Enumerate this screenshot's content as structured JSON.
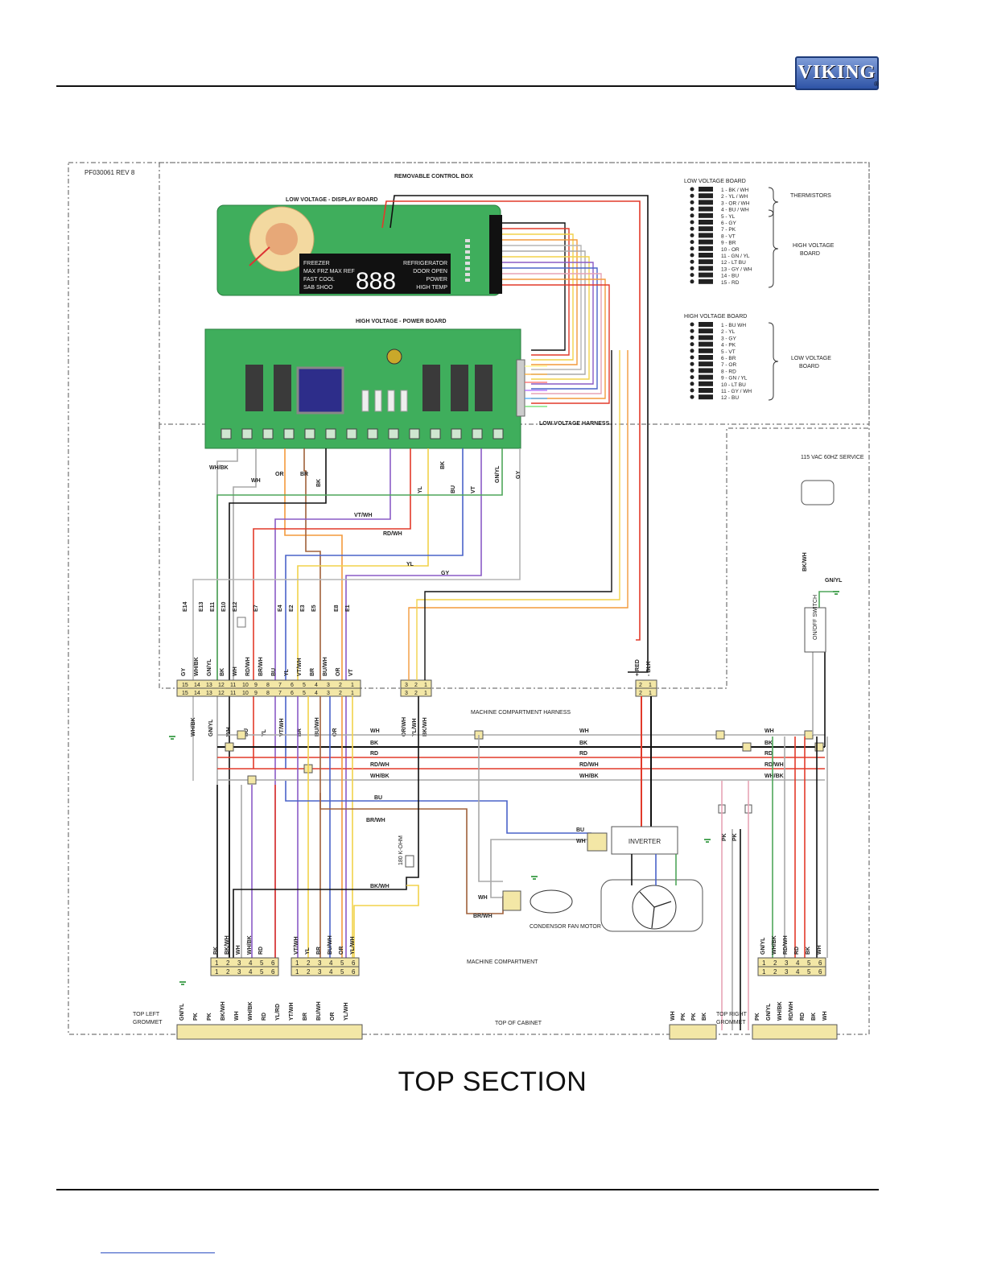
{
  "header": {
    "logo_text": "VIKING",
    "logo_mark": "®"
  },
  "doc_code": "PF030061   REV 8",
  "section_title": "TOP SECTION",
  "boxes": {
    "control_box": "REMOVABLE CONTROL BOX",
    "display_board": "LOW VOLTAGE - DISPLAY BOARD",
    "power_board": "HIGH VOLTAGE - POWER BOARD",
    "lv_harness": "LOW VOLTAGE HARNESS",
    "machine_harness": "MACHINE COMPARTMENT HARNESS",
    "machine_compartment": "MACHINE COMPARTMENT",
    "top_of_cabinet": "TOP OF CABINET",
    "top_left_grommet": "TOP LEFT GROMMET",
    "top_right_grommet": "TOP RIGHT GROMMET",
    "inverter": "INVERTER",
    "condenser": "CONDENSOR FAN MOTOR",
    "service": "115 VAC 60HZ SERVICE",
    "switch": "ON/OFF SWITCH",
    "resistor": "180 K-OHM"
  },
  "display": {
    "left": [
      "FREEZER",
      "MAX FRZ  MAX REF",
      "FAST COOL",
      "SAB   SHOO"
    ],
    "digits": "888",
    "right": [
      "REFRIGERATOR",
      "DOOR OPEN",
      "POWER",
      "HIGH TEMP"
    ]
  },
  "lv_board_legend": {
    "title": "LOW VOLTAGE BOARD",
    "pins": [
      "1 - BK / WH",
      "2 - YL / WH",
      "3 - OR / WH",
      "4 - BU / WH",
      "5 - YL",
      "6 - GY",
      "7 - PK",
      "8 - VT",
      "9 - BR",
      "10 - OR",
      "11 - GN / YL",
      "12 - LT BU",
      "13 - GY / WH",
      "14 - BU",
      "15 - RD"
    ],
    "groups": [
      "THERMISTORS",
      "HIGH VOLTAGE BOARD"
    ]
  },
  "hv_board_legend": {
    "title": "HIGH VOLTAGE BOARD",
    "pins": [
      "1 - BU WH",
      "2 - YL",
      "3 - GY",
      "4 - PK",
      "5 - VT",
      "6 - BR",
      "7 - OR",
      "8 - RD",
      "9 - GN / YL",
      "10 - LT BU",
      "11 - GY / WH",
      "12 - BU"
    ],
    "group": "LOW VOLTAGE BOARD"
  },
  "wire_labels": [
    "WH/BK",
    "WH",
    "OR",
    "BR",
    "BK",
    "VT/WH",
    "RD/WH",
    "YL",
    "BU",
    "VT",
    "BK",
    "GN/YL",
    "GY",
    "YL",
    "GY"
  ],
  "e_labels": [
    "E14",
    "E13",
    "E11",
    "E10",
    "E12",
    "E7",
    "E4",
    "E2",
    "E3",
    "E5",
    "E8",
    "E1"
  ],
  "conn15_wires_top": [
    "GY",
    "WH/BK",
    "GN/YL",
    "BK",
    "WH",
    "RD/WH",
    "BR/WH",
    "BU",
    "YL",
    "VT/WH",
    "BR",
    "BU/WH",
    "OR",
    "VT"
  ],
  "conn15_nums": [
    "15",
    "14",
    "13",
    "12",
    "11",
    "10",
    "9",
    "8",
    "7",
    "6",
    "5",
    "4",
    "3",
    "2",
    "1"
  ],
  "conn15_wires_bottom": [
    "WH/BK",
    "GN/YL",
    "WH",
    "BU",
    "YL",
    "VT/WH",
    "BR",
    "BU/WH",
    "OR"
  ],
  "conn3_nums": [
    "3",
    "2",
    "1"
  ],
  "conn3_wires": [
    "OR/WH",
    "YL/WH",
    "BK/WH"
  ],
  "conn2_nums": [
    "2",
    "1"
  ],
  "conn2_wires": [
    "+ RED",
    "- BLK"
  ],
  "bus_labels": [
    {
      "l": "WH",
      "m": "WH",
      "r": "WH"
    },
    {
      "l": "BK",
      "m": "BK",
      "r": "BK"
    },
    {
      "l": "RD",
      "m": "RD",
      "r": "RD"
    },
    {
      "l": "RD/WH",
      "m": "RD/WH",
      "r": "RD/WH"
    },
    {
      "l": "WH/BK",
      "m": "WH/BK",
      "r": "WH/BK"
    }
  ],
  "misc_labels": [
    "BU",
    "BR/WH",
    "BK/WH",
    "BU",
    "WH",
    "WH",
    "BR/WH",
    "BK",
    "BU",
    "BR",
    "PK",
    "PK",
    "BK/WH",
    "GN/YL"
  ],
  "six_pin_nums": [
    "1",
    "2",
    "3",
    "4",
    "5",
    "6"
  ],
  "left6_wires": [
    "BK",
    "BK/WH",
    "WH",
    "WH/BK",
    "RD"
  ],
  "mid6_wires": [
    "VT/WH",
    "YL",
    "BR",
    "BU/WH",
    "OR",
    "YL/WH"
  ],
  "right6_wires": [
    "GN/YL",
    "WH/BK",
    "RD/WH",
    "RD",
    "BK",
    "WH"
  ],
  "grommet_left_wires": [
    "GN/YL",
    "PK",
    "PK",
    "BK/WH",
    "WH",
    "WH/BK",
    "RD",
    "YL/RD",
    "YT/WH",
    "BR",
    "BU/WH",
    "OR",
    "YL/WH"
  ],
  "grommet_small_wires": [
    "WH",
    "PK",
    "PK",
    "BK"
  ],
  "grommet_right_wires": [
    "PK",
    "GN/YL",
    "WH/BK",
    "RD/WH",
    "RD",
    "BK",
    "WH"
  ],
  "colors": {
    "BK": "#111111",
    "WH": "#a8a8a8",
    "RD": "#e23a2a",
    "OR": "#f39a3c",
    "BR": "#a0603a",
    "YL": "#f2d24a",
    "GN": "#4fa65a",
    "BU": "#4a63c9",
    "VT": "#8a5bc6",
    "GY": "#b5b5b5",
    "PK": "#e7a3b5",
    "board": "#3fae5c"
  }
}
